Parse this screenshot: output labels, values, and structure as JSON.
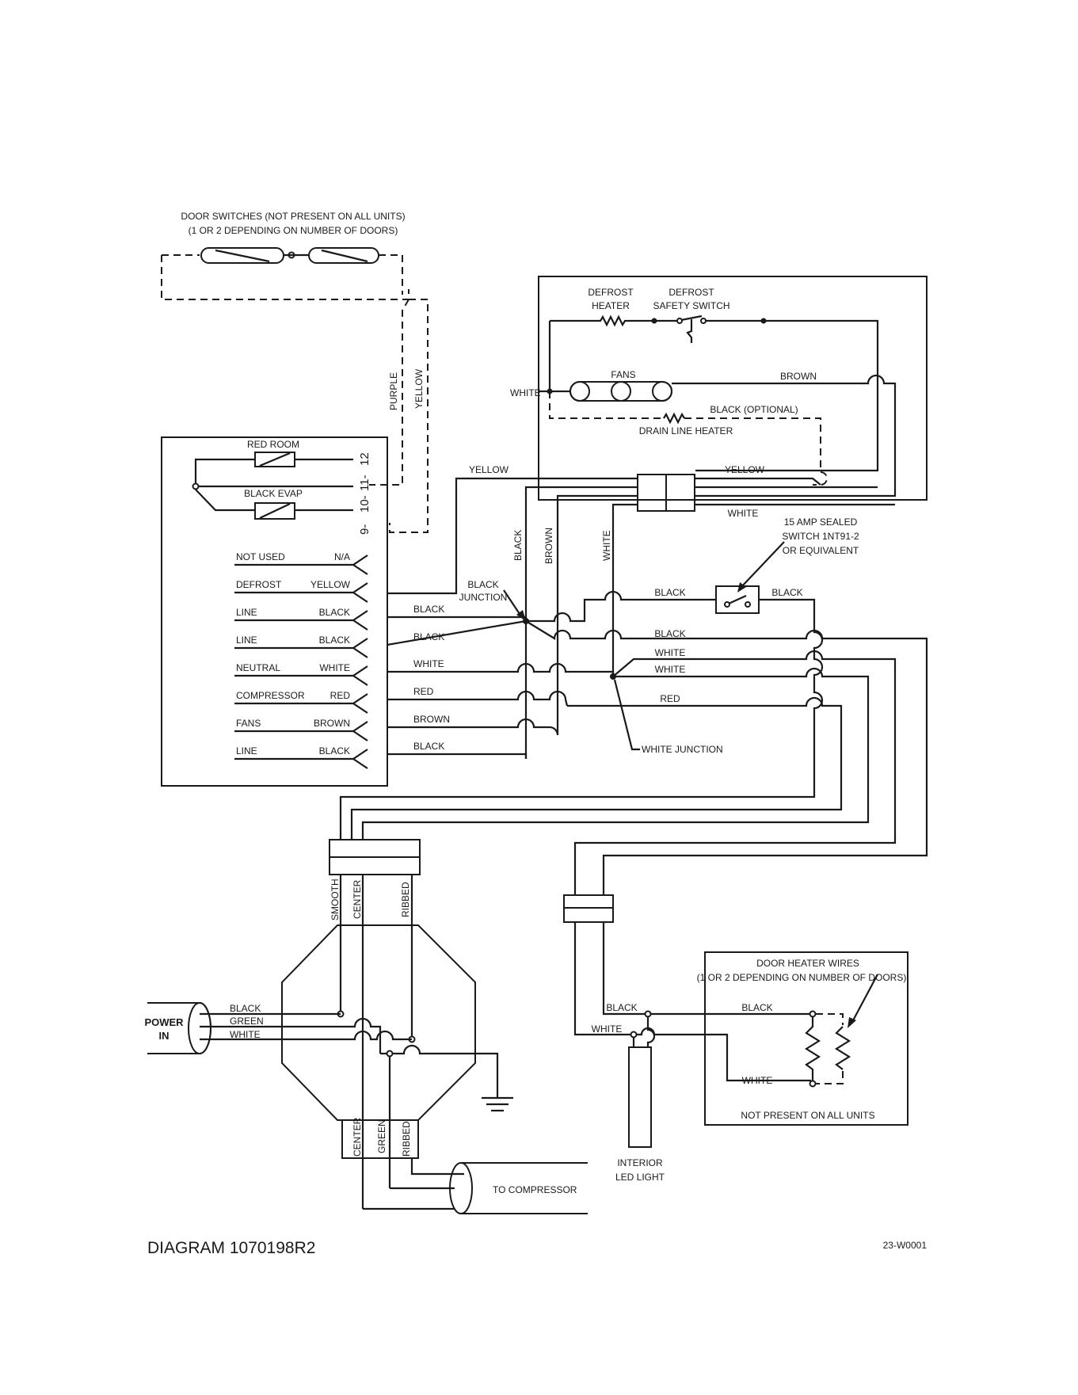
{
  "door_switches": {
    "title": "DOOR SWITCHES (NOT PRESENT ON ALL UNITS)",
    "subtitle": "(1 OR 2 DEPENDING ON NUMBER OF DOORS)"
  },
  "defrost_box": {
    "defrost_heater": [
      "DEFROST",
      "HEATER"
    ],
    "defrost_safety_switch": [
      "DEFROST",
      "SAFETY SWITCH"
    ],
    "fans": "FANS",
    "brown": "BROWN",
    "white": "WHITE",
    "black_optional": "BLACK (OPTIONAL)",
    "drain_line_heater": "DRAIN LINE HEATER"
  },
  "side_wires": {
    "purple": "PURPLE",
    "yellow": "YELLOW"
  },
  "controller": {
    "red_room": "RED ROOM",
    "black_evap": "BLACK EVAP",
    "terminals_top": "12",
    "terminals_mid": "11-",
    "terminals_a": "10-",
    "terminals_b": "9-",
    "rows": [
      {
        "name": "NOT USED",
        "color": "N/A"
      },
      {
        "name": "DEFROST",
        "color": "YELLOW"
      },
      {
        "name": "LINE",
        "color": "BLACK"
      },
      {
        "name": "LINE",
        "color": "BLACK"
      },
      {
        "name": "NEUTRAL",
        "color": "WHITE"
      },
      {
        "name": "COMPRESSOR",
        "color": "RED"
      },
      {
        "name": "FANS",
        "color": "BROWN"
      },
      {
        "name": "LINE",
        "color": "BLACK"
      }
    ]
  },
  "harness": {
    "yellow_left": "YELLOW",
    "yellow_right": "YELLOW",
    "white_bottom": "WHITE",
    "black_v": "BLACK",
    "brown_v": "BROWN",
    "white_v": "WHITE",
    "black_junction": [
      "BLACK",
      "JUNCTION"
    ],
    "white_junction": "WHITE JUNCTION",
    "row_labels": [
      "BLACK",
      "BLACK",
      "WHITE",
      "RED",
      "BROWN",
      "BLACK"
    ],
    "right_black_1": "BLACK",
    "right_black_2": "BLACK",
    "right_black_3": "BLACK",
    "right_white_1": "WHITE",
    "right_white_2": "WHITE",
    "right_red": "RED"
  },
  "sealed_switch": [
    "15 AMP SEALED",
    "SWITCH 1NT91-2",
    "OR EQUIVALENT"
  ],
  "power": {
    "label": [
      "POWER",
      "IN"
    ],
    "wires": [
      "BLACK",
      "GREEN",
      "WHITE"
    ],
    "top_connector": [
      "SMOOTH",
      "CENTER",
      "RIBBED"
    ],
    "bottom_connector": [
      "CENTER",
      "GREEN",
      "RIBBED"
    ],
    "to_compressor": "TO COMPRESSOR"
  },
  "door_heater": {
    "title": "DOOR HEATER WIRES",
    "subtitle": "(1 OR 2 DEPENDING ON NUMBER OF DOORS)",
    "black": "BLACK",
    "white": "WHITE",
    "footer": "NOT PRESENT ON ALL UNITS"
  },
  "led": {
    "black": "BLACK",
    "white": "WHITE",
    "label": [
      "INTERIOR",
      "LED LIGHT"
    ]
  },
  "footer": {
    "diagram_id": "DIAGRAM 1070198R2",
    "code": "23-W0001"
  }
}
